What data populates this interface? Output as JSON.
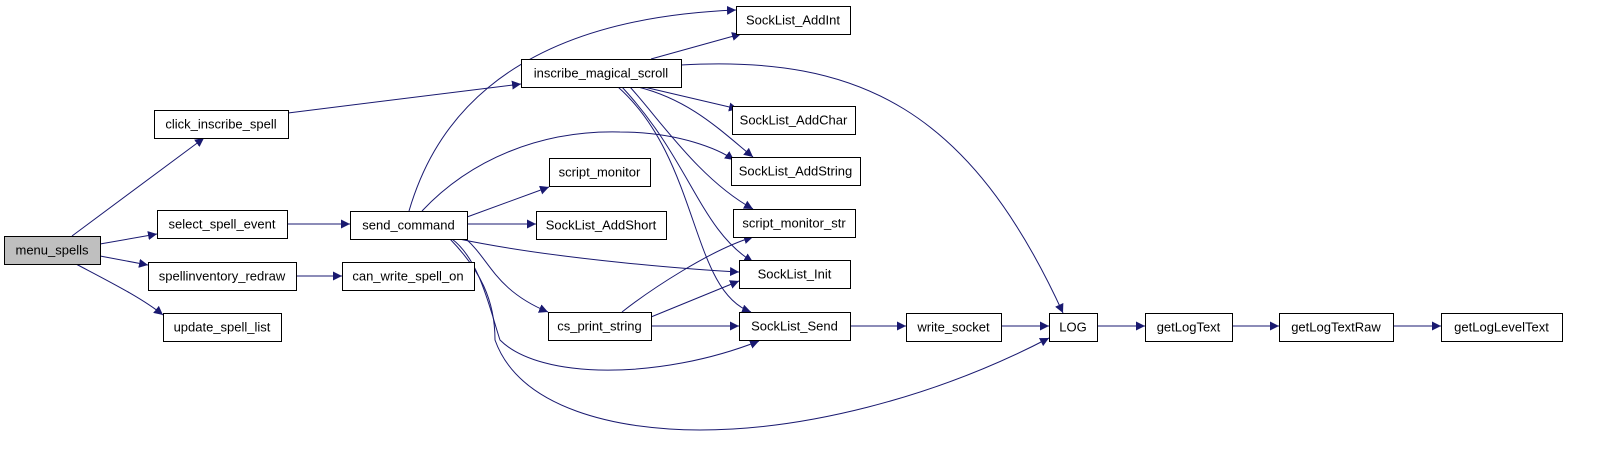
{
  "graph": {
    "edge_color": "#191970",
    "node_fill": "#ffffff",
    "root_fill": "#bfbfbf",
    "nodes": [
      {
        "id": "menu_spells",
        "label": "menu_spells",
        "root": true
      },
      {
        "id": "click_inscribe_spell",
        "label": "click_inscribe_spell"
      },
      {
        "id": "select_spell_event",
        "label": "select_spell_event"
      },
      {
        "id": "spellinventory_redraw",
        "label": "spellinventory_redraw"
      },
      {
        "id": "update_spell_list",
        "label": "update_spell_list"
      },
      {
        "id": "inscribe_magical_scroll",
        "label": "inscribe_magical_scroll"
      },
      {
        "id": "send_command",
        "label": "send_command"
      },
      {
        "id": "can_write_spell_on",
        "label": "can_write_spell_on"
      },
      {
        "id": "script_monitor",
        "label": "script_monitor"
      },
      {
        "id": "SockList_AddShort",
        "label": "SockList_AddShort"
      },
      {
        "id": "cs_print_string",
        "label": "cs_print_string"
      },
      {
        "id": "SockList_AddInt",
        "label": "SockList_AddInt"
      },
      {
        "id": "SockList_AddChar",
        "label": "SockList_AddChar"
      },
      {
        "id": "SockList_AddString",
        "label": "SockList_AddString"
      },
      {
        "id": "script_monitor_str",
        "label": "script_monitor_str"
      },
      {
        "id": "SockList_Init",
        "label": "SockList_Init"
      },
      {
        "id": "SockList_Send",
        "label": "SockList_Send"
      },
      {
        "id": "write_socket",
        "label": "write_socket"
      },
      {
        "id": "LOG",
        "label": "LOG"
      },
      {
        "id": "getLogText",
        "label": "getLogText"
      },
      {
        "id": "getLogTextRaw",
        "label": "getLogTextRaw"
      },
      {
        "id": "getLogLevelText",
        "label": "getLogLevelText"
      }
    ],
    "edges": [
      {
        "from": "menu_spells",
        "to": "click_inscribe_spell"
      },
      {
        "from": "menu_spells",
        "to": "select_spell_event"
      },
      {
        "from": "menu_spells",
        "to": "spellinventory_redraw"
      },
      {
        "from": "menu_spells",
        "to": "update_spell_list"
      },
      {
        "from": "click_inscribe_spell",
        "to": "inscribe_magical_scroll"
      },
      {
        "from": "select_spell_event",
        "to": "send_command"
      },
      {
        "from": "spellinventory_redraw",
        "to": "can_write_spell_on"
      },
      {
        "from": "inscribe_magical_scroll",
        "to": "SockList_AddInt"
      },
      {
        "from": "inscribe_magical_scroll",
        "to": "LOG"
      },
      {
        "from": "inscribe_magical_scroll",
        "to": "SockList_AddChar"
      },
      {
        "from": "inscribe_magical_scroll",
        "to": "SockList_AddString"
      },
      {
        "from": "inscribe_magical_scroll",
        "to": "script_monitor_str"
      },
      {
        "from": "inscribe_magical_scroll",
        "to": "SockList_Init"
      },
      {
        "from": "inscribe_magical_scroll",
        "to": "SockList_Send"
      },
      {
        "from": "send_command",
        "to": "SockList_AddInt"
      },
      {
        "from": "send_command",
        "to": "SockList_AddString"
      },
      {
        "from": "send_command",
        "to": "script_monitor"
      },
      {
        "from": "send_command",
        "to": "SockList_AddShort"
      },
      {
        "from": "send_command",
        "to": "SockList_Init"
      },
      {
        "from": "send_command",
        "to": "cs_print_string"
      },
      {
        "from": "send_command",
        "to": "SockList_Send"
      },
      {
        "from": "send_command",
        "to": "LOG"
      },
      {
        "from": "cs_print_string",
        "to": "script_monitor_str"
      },
      {
        "from": "cs_print_string",
        "to": "SockList_Init"
      },
      {
        "from": "cs_print_string",
        "to": "SockList_Send"
      },
      {
        "from": "SockList_Send",
        "to": "write_socket"
      },
      {
        "from": "write_socket",
        "to": "LOG"
      },
      {
        "from": "LOG",
        "to": "getLogText"
      },
      {
        "from": "getLogText",
        "to": "getLogTextRaw"
      },
      {
        "from": "getLogTextRaw",
        "to": "getLogLevelText"
      }
    ]
  }
}
